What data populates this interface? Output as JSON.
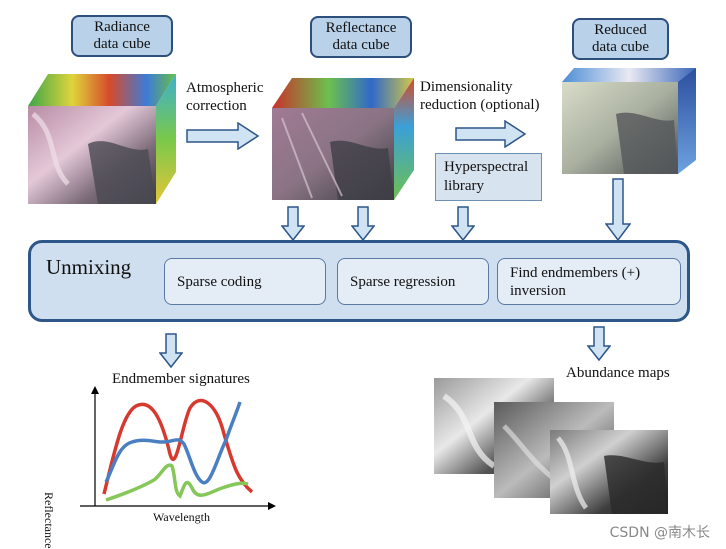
{
  "top_labels": {
    "radiance": [
      "Radiance",
      "data cube"
    ],
    "reflectance": [
      "Reflectance",
      "data cube"
    ],
    "reduced": [
      "Reduced",
      "data cube"
    ]
  },
  "steps": {
    "atmospheric": [
      "Atmospheric",
      "correction"
    ],
    "dimensionality": [
      "Dimensionality",
      "reduction  (optional)"
    ]
  },
  "library": [
    "Hyperspectral",
    "library"
  ],
  "unmixing": {
    "title": "Unmixing",
    "methods": [
      "Sparse  coding",
      "Sparse  regression",
      "Find endmembers (+)",
      "inversion"
    ]
  },
  "outputs": {
    "signatures_title": "Endmember signatures",
    "x_axis": "Wavelength",
    "y_axis": "Reflectance",
    "abundance_title": "Abundance maps"
  },
  "watermark": "CSDN @南木长",
  "colors": {
    "box_fill": "#b9d2ea",
    "box_border": "#2d4f7c",
    "arrow_fill": "#cfe3f3",
    "arrow_stroke": "#2d5689",
    "curve_red": "#d63a2f",
    "curve_blue": "#4a7fc1",
    "curve_green": "#86c75a"
  }
}
